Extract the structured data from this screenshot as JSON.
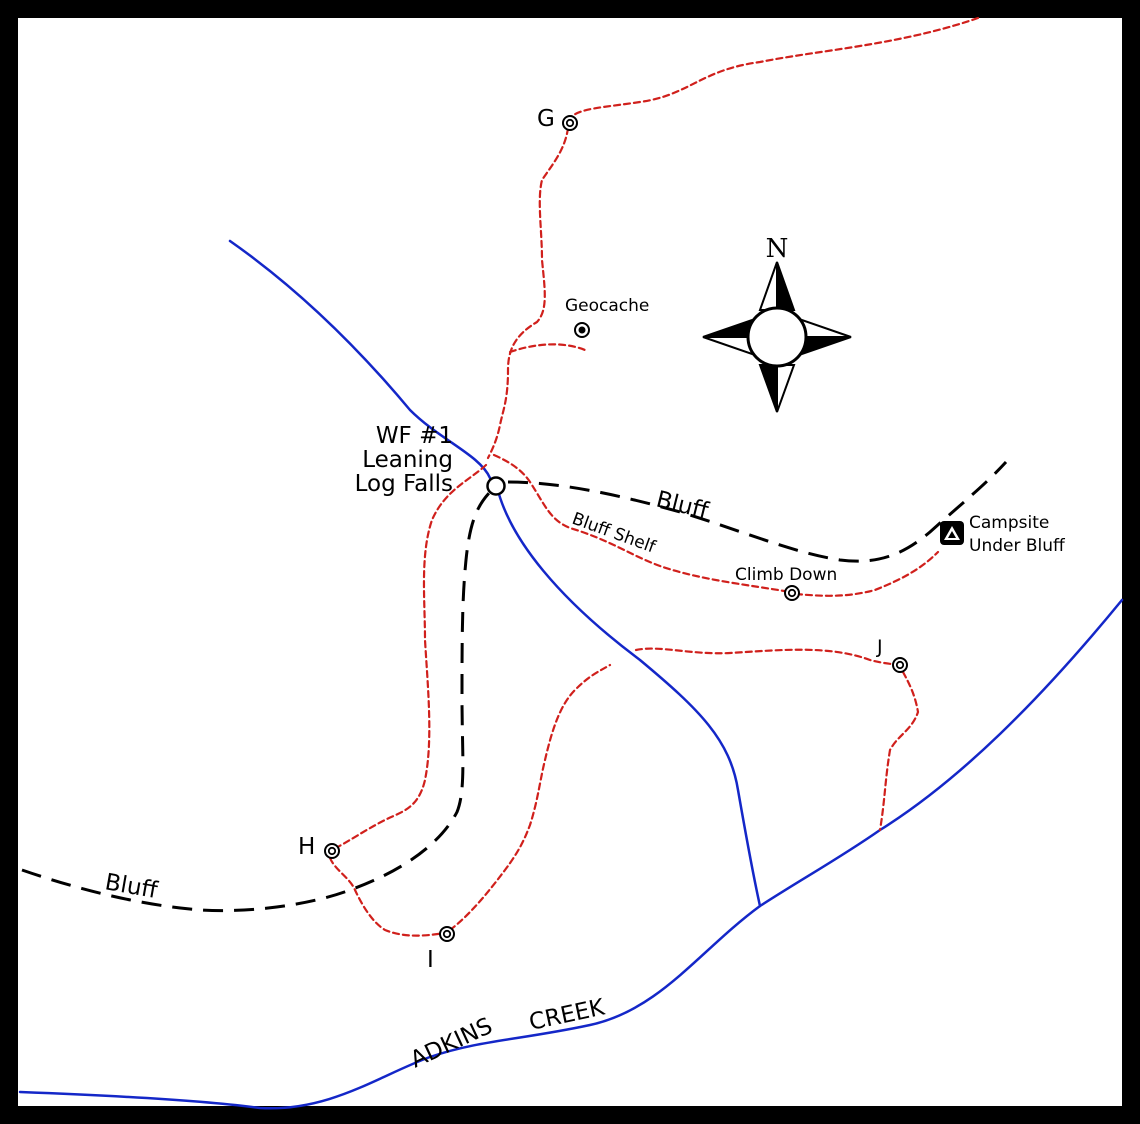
{
  "waypoints": {
    "g": "G",
    "h": "H",
    "i": "I",
    "j": "J",
    "geocache": "Geocache",
    "climb_down": "Climb Down"
  },
  "falls": {
    "line1": "WF #1",
    "line2": "Leaning",
    "line3": "Log Falls"
  },
  "campsite": {
    "line1": "Campsite",
    "line2": "Under Bluff"
  },
  "bluffs": {
    "upper": "Bluff",
    "lower": "Bluff",
    "shelf": "Bluff Shelf"
  },
  "creek": {
    "word1": "ADKINS",
    "word2": "CREEK"
  },
  "compass": {
    "north": "N"
  },
  "colors": {
    "trail": "#d0201c",
    "stream": "#1427c8",
    "bluff": "#000000",
    "frame": "#000000",
    "background": "#ffffff"
  }
}
